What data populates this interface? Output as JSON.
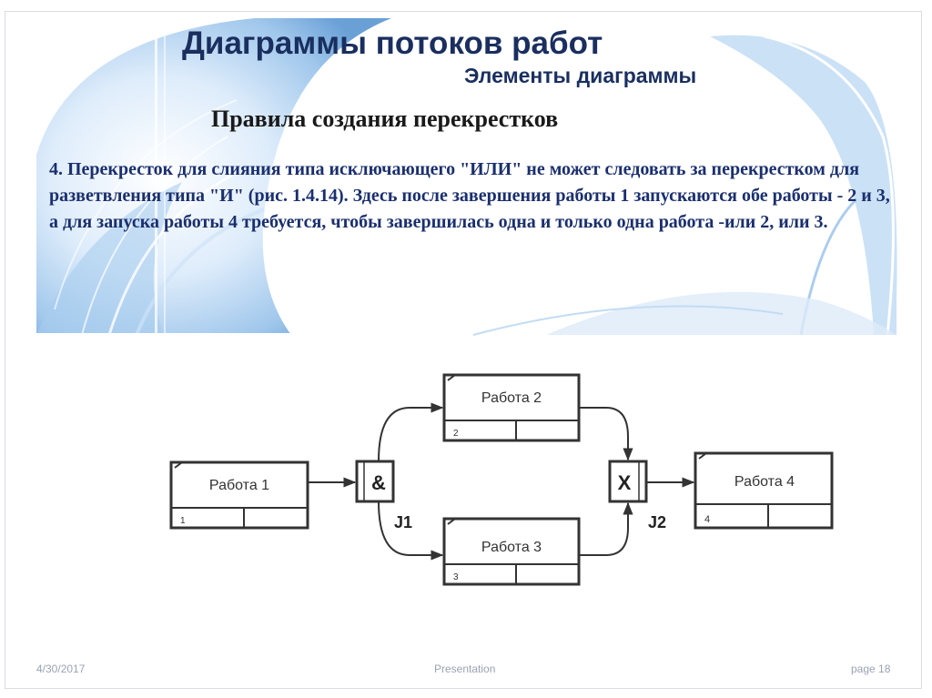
{
  "slide": {
    "title": "Диаграммы потоков работ",
    "subtitle": "Элементы диаграммы",
    "rules_heading": "Правила создания перекрестков",
    "paragraph": "4. Перекресток для слияния типа исключающего \"ИЛИ\" не может следовать за перекрестком для разветвления типа \"И\" (рис. 1.4.14). Здесь после завершения работы 1 запускаются обе работы - 2 и 3, а для запуска работы 4 требуется, чтобы завершилась одна и только одна работа -или 2, или 3."
  },
  "diagram": {
    "works": [
      {
        "label": "Работа 1",
        "number": "1"
      },
      {
        "label": "Работа 2",
        "number": "2"
      },
      {
        "label": "Работа 3",
        "number": "3"
      },
      {
        "label": "Работа 4",
        "number": "4"
      }
    ],
    "junctions": [
      {
        "symbol": "&",
        "label": "J1"
      },
      {
        "symbol": "X",
        "label": "J2"
      }
    ]
  },
  "footer": {
    "date": "4/30/2017",
    "center": "Presentation",
    "page": "page 18"
  },
  "colors": {
    "title": "#1a2f5f",
    "paragraph": "#1a2f6e",
    "decor_blue": "#7fb0e0"
  }
}
